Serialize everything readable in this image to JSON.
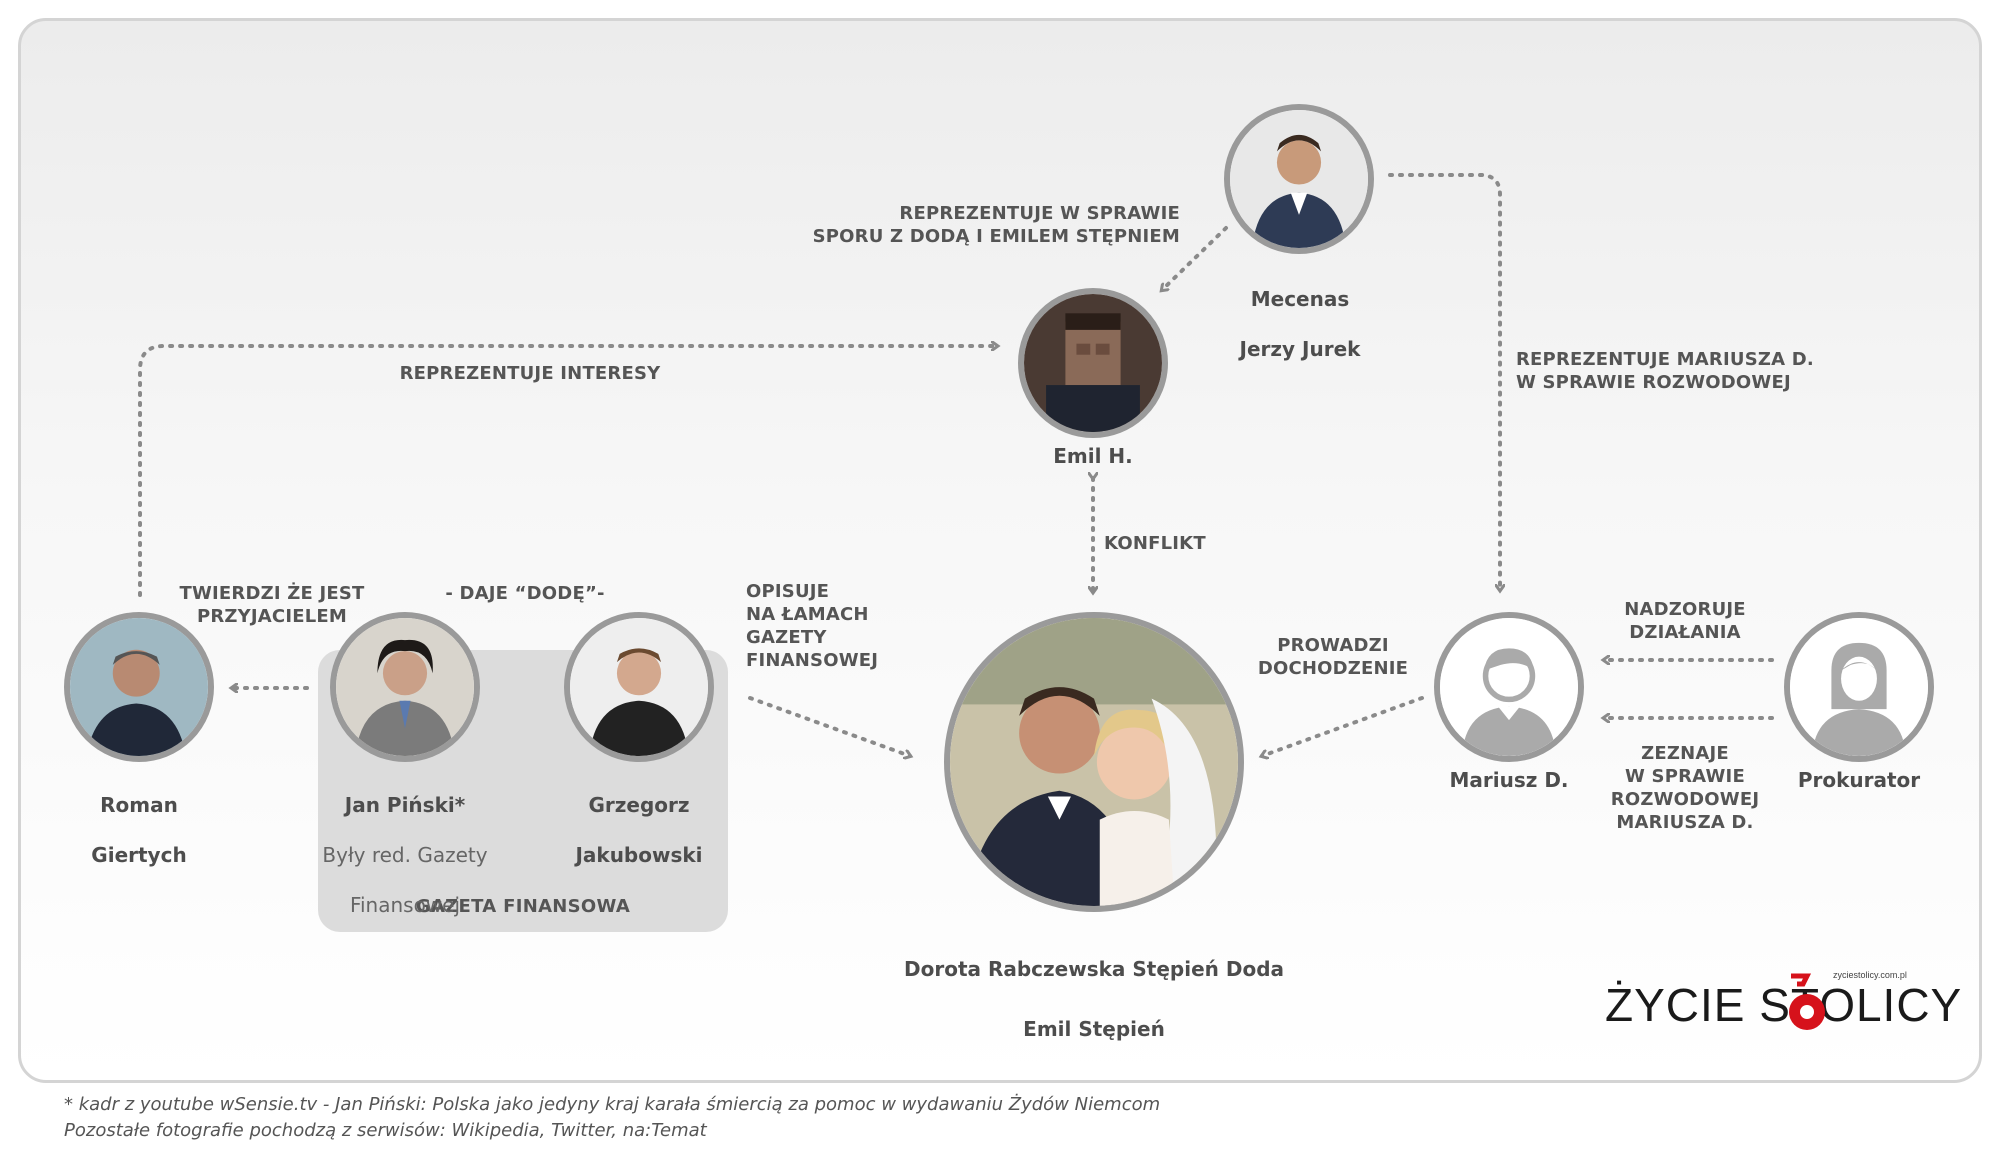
{
  "people": {
    "jurek": {
      "line1": "Mecenas",
      "line2": "Jerzy Jurek"
    },
    "emil_h": {
      "name": "Emil H."
    },
    "roman": {
      "line1": "Roman",
      "line2": "Giertych"
    },
    "pinski": {
      "name": "Jan Piński*",
      "role1": "Były red. Gazety",
      "role2": "Finansowej"
    },
    "grzegorz": {
      "line1": "Grzegorz",
      "line2": "Jakubowski"
    },
    "couple": {
      "line1": "Dorota Rabczewska Stępień Doda",
      "line2": "Emil Stępień"
    },
    "mariusz": {
      "name": "Mariusz D."
    },
    "prokurator": {
      "name": "Prokurator"
    }
  },
  "labels": {
    "reprezentuje_sprawie": "REPREZENTUJE W SPRAWIE\nSPORU Z DODĄ I EMILEM STĘPNIEM",
    "reprezentuje_interesy": "REPREZENTUJE INTERESY",
    "reprezentuje_mariusza": "REPREZENTUJE MARIUSZA D.\nW SPRAWIE ROZWODOWEJ",
    "konflikt": "KONFLIKT",
    "twierdzi": "TWIERDZI ŻE JEST\nPRZYJACIELEM",
    "daje": "- DAJE “DODĘ”-",
    "opisuje": "OPISUJE\nNA ŁAMACH\nGAZETY\nFINANSOWEJ",
    "prowadzi": "PROWADZI\nDOCHODZENIE",
    "nadzoruje": "NADZORUJE\nDZIAŁANIA",
    "zeznaje": "ZEZNAJE\nW SPRAWIE\nROZWODOWEJ\nMARIUSZA D."
  },
  "group": {
    "label": "GAZETA FINANSOWA"
  },
  "logo": {
    "text": "ŻYCIE STOLICY",
    "url": "zyciestolicy.com.pl"
  },
  "footer": {
    "line1": "* kadr z youtube wSensie.tv - Jan Piński: Polska jako jedyny kraj karała śmiercią za pomoc w wydawaniu Żydów Niemcom",
    "line2": "Pozostałe fotografie pochodzą z serwisów: Wikipedia, Twitter, na:Temat"
  },
  "colors": {
    "connector": "#8a8a8a",
    "ring": "#9a9a9a",
    "logo_accent": "#d6121b",
    "group_bg": "#dcdcdc"
  }
}
